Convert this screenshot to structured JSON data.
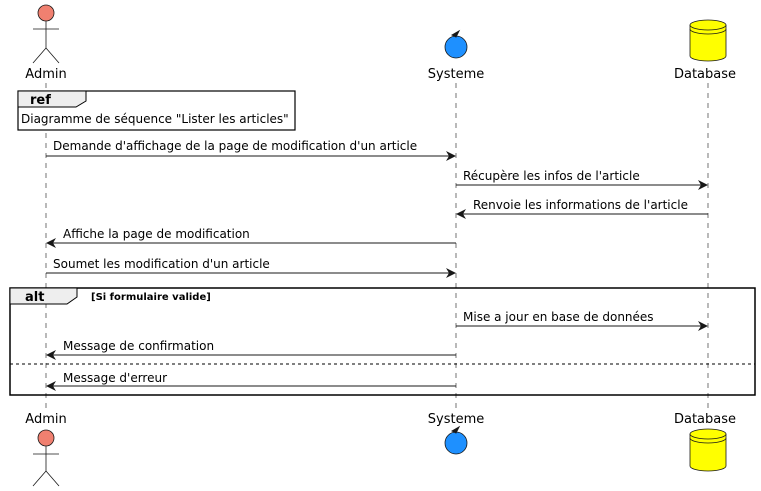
{
  "participants": {
    "admin": {
      "label": "Admin",
      "color": "#F08070"
    },
    "systeme": {
      "label": "Systeme",
      "color": "#1E90FF"
    },
    "database": {
      "label": "Database",
      "color": "#FFFF00"
    }
  },
  "ref": {
    "keyword": "ref",
    "text": "Diagramme de séquence \"Lister les articles\""
  },
  "messages": [
    "Demande d'affichage de la page de modification d'un article",
    "Récupère les infos de l'article",
    "Renvoie les informations de l'article",
    "Affiche la page de modification",
    "Soumet les modification d'un article",
    "Mise a jour en base de données",
    "Message de confirmation",
    "Message d'erreur"
  ],
  "alt": {
    "keyword": "alt",
    "guard": "[Si formulaire valide]"
  }
}
